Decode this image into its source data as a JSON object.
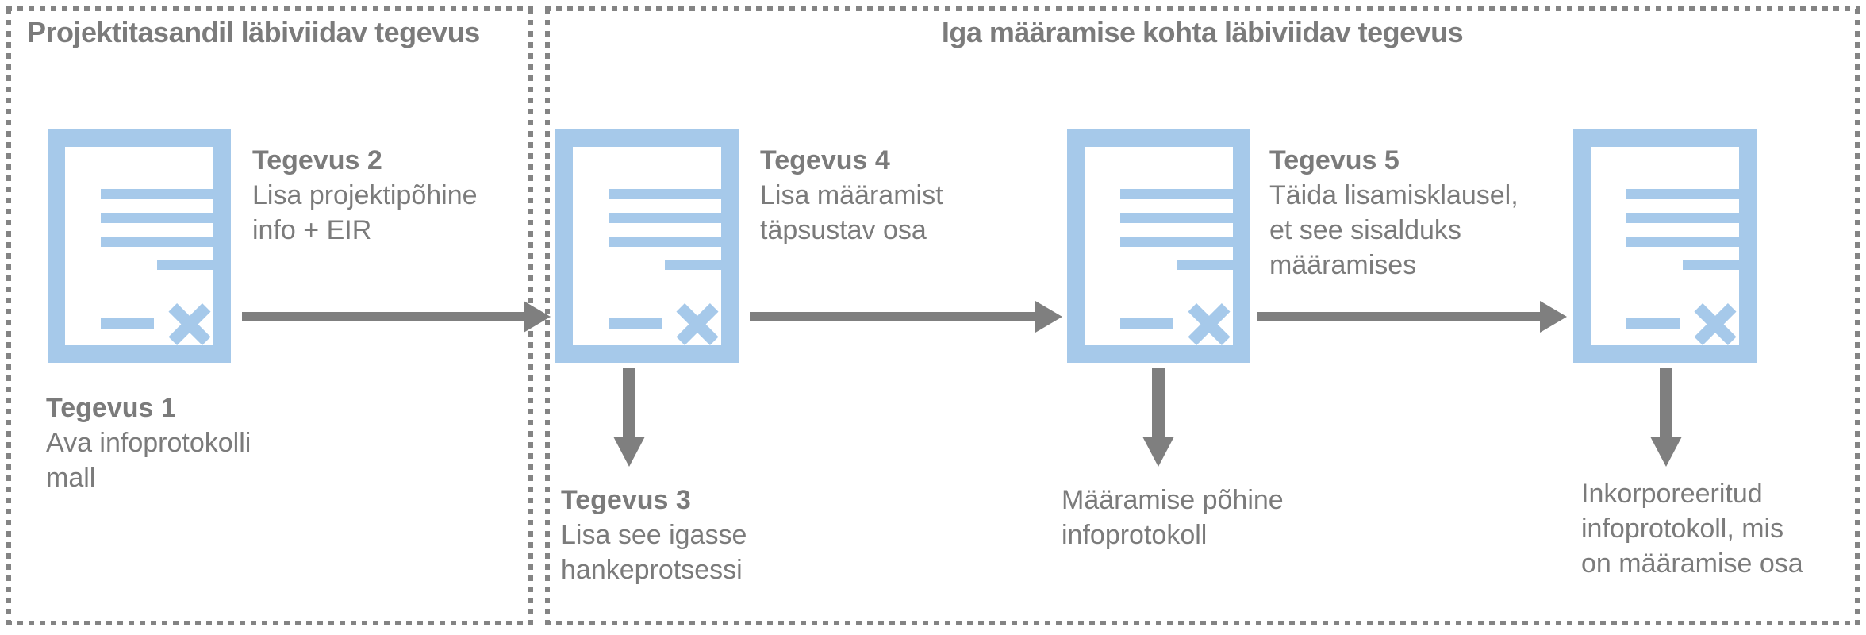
{
  "colors": {
    "accent_blue": "#a6c9ea",
    "text_gray": "#7b7b7b",
    "arrow_gray": "#7f7f7f",
    "dashed_border_gray": "#848484",
    "background": "#ffffff"
  },
  "lanes": {
    "project": {
      "title": "Projektitasandil läbiviidav tegevus"
    },
    "assignment": {
      "title": "Iga määramise kohta läbiviidav tegevus"
    }
  },
  "steps": {
    "tegevus1": {
      "title": "Tegevus 1",
      "lines": [
        "Ava infoprotokolli",
        "mall"
      ]
    },
    "tegevus2": {
      "title": "Tegevus 2",
      "lines": [
        "Lisa projektipõhine",
        "info + EIR"
      ]
    },
    "tegevus3": {
      "title": "Tegevus 3",
      "lines": [
        "Lisa see igasse",
        "hankeprotsessi"
      ]
    },
    "tegevus4": {
      "title": "Tegevus 4",
      "lines": [
        "Lisa määramist",
        "täpsustav osa"
      ]
    },
    "tegevus5": {
      "title": "Tegevus 5",
      "lines": [
        "Täida lisamisklausel,",
        "et see sisalduks",
        "määramises"
      ]
    },
    "maaramise_pohine": {
      "lines": [
        "Määramise põhine",
        "infoprotokoll"
      ]
    },
    "inkorporeeritud": {
      "lines": [
        "Inkorporeeritud",
        "infoprotokoll, mis",
        "on määramise osa"
      ]
    }
  },
  "icons": {
    "document": "document-with-x-icon",
    "arrow_right": "arrow-right-icon",
    "arrow_down": "arrow-down-icon"
  }
}
